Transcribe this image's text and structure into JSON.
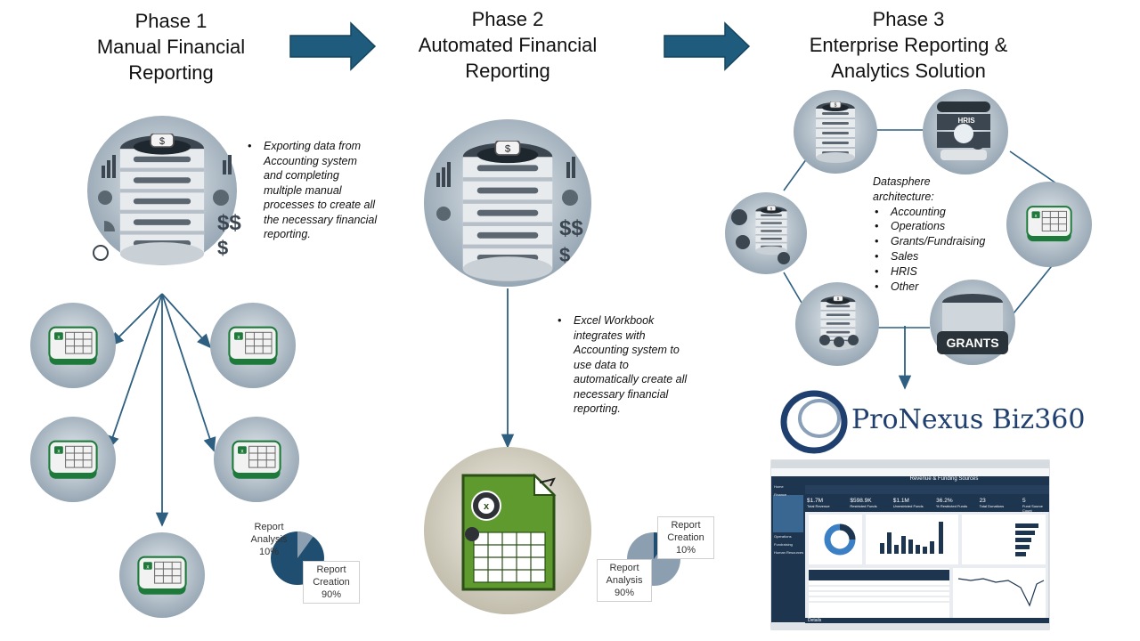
{
  "phases": [
    {
      "title_lines": [
        "Phase 1",
        "Manual Financial",
        "Reporting"
      ]
    },
    {
      "title_lines": [
        "Phase 2",
        "Automated Financial",
        "Reporting"
      ]
    },
    {
      "title_lines": [
        "Phase 3",
        "Enterprise Reporting &",
        "Analytics Solution"
      ]
    }
  ],
  "phase1": {
    "bullet": "Exporting data from Accounting system and completing multiple manual processes to create all the necessary financial reporting.",
    "pie": {
      "analysis": {
        "lines": [
          "Report",
          "Analysis",
          "10%"
        ]
      },
      "creation": {
        "lines": [
          "Report",
          "Creation",
          "90%"
        ]
      }
    }
  },
  "phase2": {
    "bullet": "Excel Workbook integrates with Accounting system to use data to automatically create all necessary financial reporting.",
    "pie": {
      "creation": {
        "lines": [
          "Report",
          "Creation",
          "10%"
        ]
      },
      "analysis": {
        "lines": [
          "Report",
          "Analysis",
          "90%"
        ]
      }
    }
  },
  "phase3": {
    "architecture_title": [
      "Datasphere",
      "architecture:"
    ],
    "architecture_items": [
      "Accounting",
      "Operations",
      "Grants/Fundraising",
      "Sales",
      "HRIS",
      "Other"
    ],
    "hris_label": "HRIS",
    "grants_label": "GRANTS",
    "logo": "ProNexus Biz360",
    "dashboard": {
      "header": "Revenue & Funding Sources",
      "kpis": [
        {
          "value": "$1.7M",
          "label": "Total Revenue"
        },
        {
          "value": "$598.9K",
          "label": "Restricted Funds"
        },
        {
          "value": "$1.1M",
          "label": "Unrestricted Funds"
        },
        {
          "value": "36.2%",
          "label": "% Restricted Funds"
        },
        {
          "value": "23",
          "label": "Total Donations"
        },
        {
          "value": "5",
          "label": "Fund Source Count"
        }
      ],
      "nav": [
        "Home",
        "Finance",
        "Operations",
        "Fundraising",
        "Human Resources"
      ],
      "footer": "Details"
    }
  },
  "colors": {
    "arrow": "#1f5b7c",
    "connector": "#2e5f80",
    "pie_dark": "#1f4e70",
    "pie_light": "#8c9fb0",
    "excel_green": "#1e7a3a"
  }
}
